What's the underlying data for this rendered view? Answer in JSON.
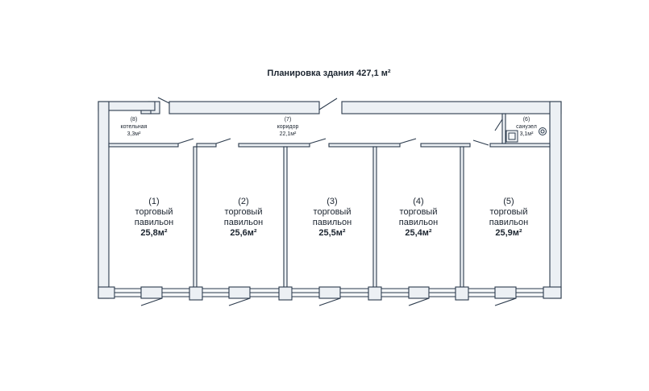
{
  "title": "Планировка здания 427,1 м²",
  "colors": {
    "wall_fill": "#ecf0f4",
    "wall_stroke": "#2b3a4c",
    "text": "#1c2530"
  },
  "rooms": [
    {
      "num": "(1)",
      "line1": "торговый",
      "line2": "павильон",
      "area": "25,8м²"
    },
    {
      "num": "(2)",
      "line1": "торговый",
      "line2": "павильон",
      "area": "25,6м²"
    },
    {
      "num": "(3)",
      "line1": "торговый",
      "line2": "павильон",
      "area": "25,5м²"
    },
    {
      "num": "(4)",
      "line1": "торговый",
      "line2": "павильон",
      "area": "25,4м²"
    },
    {
      "num": "(5)",
      "line1": "торговый",
      "line2": "павильон",
      "area": "25,9м²"
    }
  ],
  "small_rooms": {
    "boiler": {
      "num": "(8)",
      "name": "котельная",
      "area": "3,3м²"
    },
    "corridor": {
      "num": "(7)",
      "name": "коридор",
      "area": "22,1м²"
    },
    "wc": {
      "num": "(6)",
      "name": "санузел",
      "area": "3,1м²"
    }
  },
  "icons": [
    "toilet-icon",
    "sink-icon"
  ]
}
